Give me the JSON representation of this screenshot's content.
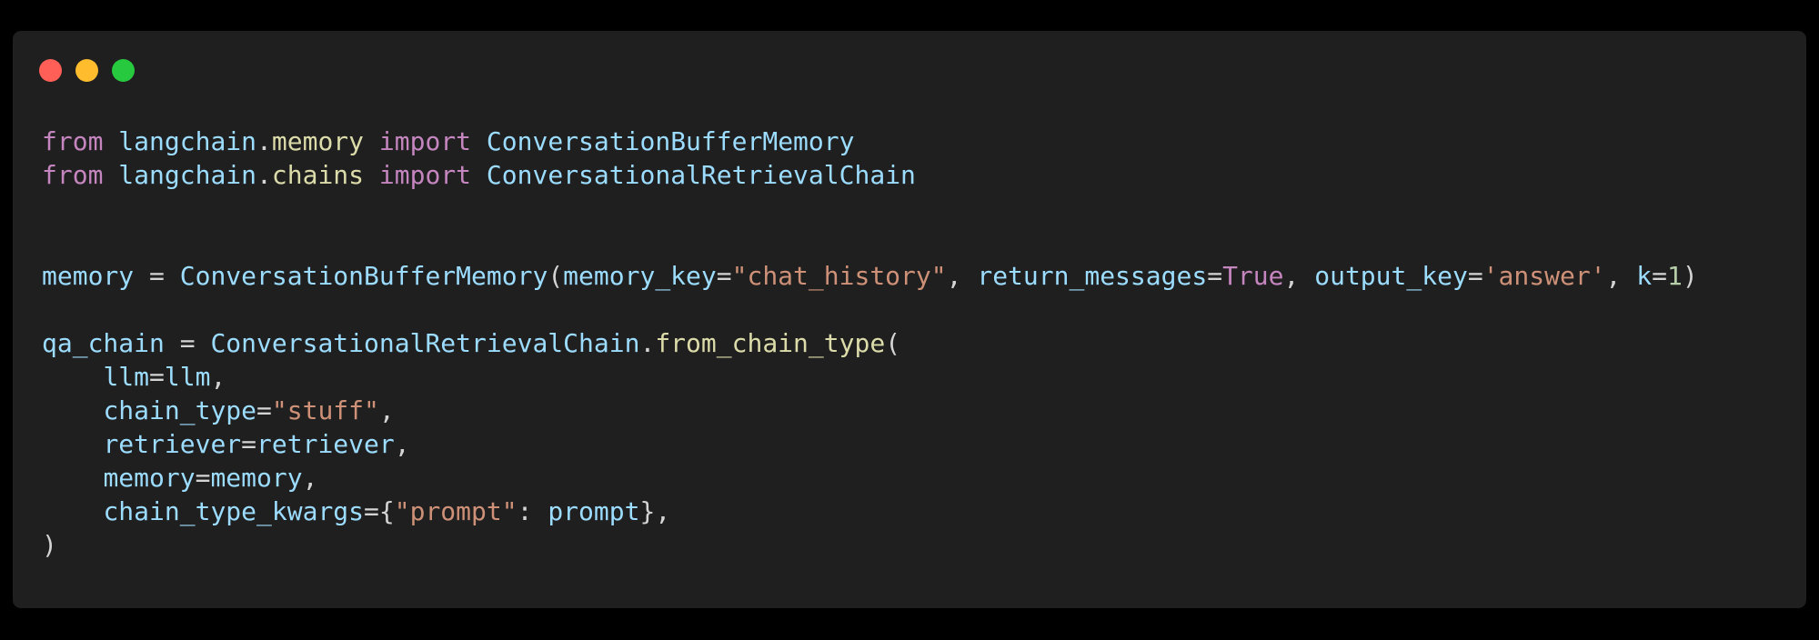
{
  "window": {
    "background": "#1f1f1f",
    "traffic_lights": [
      {
        "name": "close",
        "color": "#ff5f56"
      },
      {
        "name": "minimize",
        "color": "#ffbd2e"
      },
      {
        "name": "maximize",
        "color": "#27c93f"
      }
    ]
  },
  "code": {
    "language": "python",
    "lines": [
      [
        {
          "t": "from",
          "c": "kw"
        },
        {
          "t": " ",
          "c": "op"
        },
        {
          "t": "langchain",
          "c": "id"
        },
        {
          "t": ".",
          "c": "punc"
        },
        {
          "t": "memory",
          "c": "mod"
        },
        {
          "t": " ",
          "c": "op"
        },
        {
          "t": "import",
          "c": "kw"
        },
        {
          "t": " ",
          "c": "op"
        },
        {
          "t": "ConversationBufferMemory",
          "c": "id"
        }
      ],
      [
        {
          "t": "from",
          "c": "kw"
        },
        {
          "t": " ",
          "c": "op"
        },
        {
          "t": "langchain",
          "c": "id"
        },
        {
          "t": ".",
          "c": "punc"
        },
        {
          "t": "chains",
          "c": "mod"
        },
        {
          "t": " ",
          "c": "op"
        },
        {
          "t": "import",
          "c": "kw"
        },
        {
          "t": " ",
          "c": "op"
        },
        {
          "t": "ConversationalRetrievalChain",
          "c": "id"
        }
      ],
      [],
      [],
      [
        {
          "t": "memory",
          "c": "id"
        },
        {
          "t": " = ",
          "c": "op"
        },
        {
          "t": "ConversationBufferMemory",
          "c": "id"
        },
        {
          "t": "(",
          "c": "punc"
        },
        {
          "t": "memory_key",
          "c": "id"
        },
        {
          "t": "=",
          "c": "op"
        },
        {
          "t": "\"chat_history\"",
          "c": "str"
        },
        {
          "t": ", ",
          "c": "punc"
        },
        {
          "t": "return_messages",
          "c": "id"
        },
        {
          "t": "=",
          "c": "op"
        },
        {
          "t": "True",
          "c": "const"
        },
        {
          "t": ", ",
          "c": "punc"
        },
        {
          "t": "output_key",
          "c": "id"
        },
        {
          "t": "=",
          "c": "op"
        },
        {
          "t": "'answer'",
          "c": "str"
        },
        {
          "t": ", ",
          "c": "punc"
        },
        {
          "t": "k",
          "c": "id"
        },
        {
          "t": "=",
          "c": "op"
        },
        {
          "t": "1",
          "c": "num"
        },
        {
          "t": ")",
          "c": "punc"
        }
      ],
      [],
      [
        {
          "t": "qa_chain",
          "c": "id"
        },
        {
          "t": " = ",
          "c": "op"
        },
        {
          "t": "ConversationalRetrievalChain",
          "c": "id"
        },
        {
          "t": ".",
          "c": "punc"
        },
        {
          "t": "from_chain_type",
          "c": "fn"
        },
        {
          "t": "(",
          "c": "punc"
        }
      ],
      [
        {
          "t": "    ",
          "c": "op"
        },
        {
          "t": "llm",
          "c": "id"
        },
        {
          "t": "=",
          "c": "op"
        },
        {
          "t": "llm",
          "c": "id"
        },
        {
          "t": ",",
          "c": "punc"
        }
      ],
      [
        {
          "t": "    ",
          "c": "op"
        },
        {
          "t": "chain_type",
          "c": "id"
        },
        {
          "t": "=",
          "c": "op"
        },
        {
          "t": "\"stuff\"",
          "c": "str"
        },
        {
          "t": ",",
          "c": "punc"
        }
      ],
      [
        {
          "t": "    ",
          "c": "op"
        },
        {
          "t": "retriever",
          "c": "id"
        },
        {
          "t": "=",
          "c": "op"
        },
        {
          "t": "retriever",
          "c": "id"
        },
        {
          "t": ",",
          "c": "punc"
        }
      ],
      [
        {
          "t": "    ",
          "c": "op"
        },
        {
          "t": "memory",
          "c": "id"
        },
        {
          "t": "=",
          "c": "op"
        },
        {
          "t": "memory",
          "c": "id"
        },
        {
          "t": ",",
          "c": "punc"
        }
      ],
      [
        {
          "t": "    ",
          "c": "op"
        },
        {
          "t": "chain_type_kwargs",
          "c": "id"
        },
        {
          "t": "=",
          "c": "op"
        },
        {
          "t": "{",
          "c": "punc"
        },
        {
          "t": "\"prompt\"",
          "c": "str"
        },
        {
          "t": ": ",
          "c": "punc"
        },
        {
          "t": "prompt",
          "c": "id"
        },
        {
          "t": "}",
          "c": "punc"
        },
        {
          "t": ",",
          "c": "punc"
        }
      ],
      [
        {
          "t": ")",
          "c": "punc"
        }
      ]
    ]
  }
}
